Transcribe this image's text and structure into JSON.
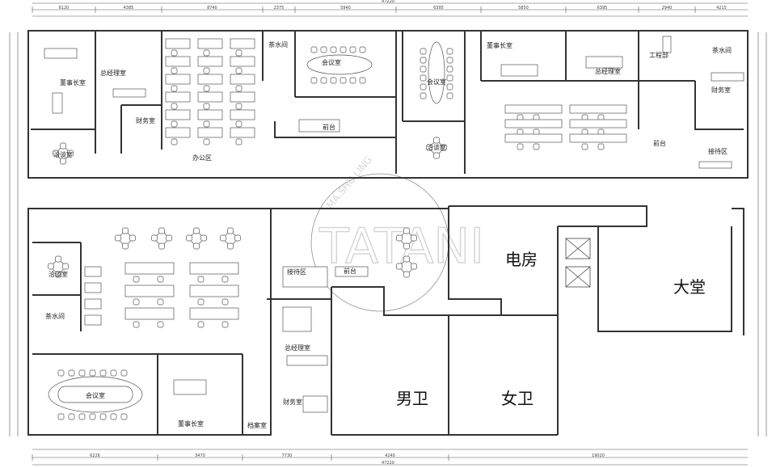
{
  "plan": {
    "dimensions_top": {
      "total": "47220",
      "segments": [
        "6120",
        "4385",
        "8740",
        "2375",
        "5940",
        "6395",
        "5850",
        "6395",
        "2940",
        "4215"
      ]
    },
    "dimensions_bottom": {
      "total": "47220",
      "segments": [
        "6226",
        "3470",
        "7730",
        "4240",
        "19020"
      ]
    },
    "upper_rooms": {
      "chairman": "董事长室",
      "gm": "总经理室",
      "finance": "财务室",
      "meeting_small": "洽谈室",
      "office": "办公区",
      "pantry": "茶水间",
      "conference": "会议室",
      "reception": "前台",
      "conference2": "会议室",
      "meeting2": "洽谈室",
      "chairman2": "董事长室",
      "gm2": "总经理室",
      "engineering": "工程部",
      "pantry2": "茶水间",
      "finance2": "财务室",
      "reception2": "前台",
      "waiting2": "接待区"
    },
    "lower_rooms": {
      "meeting": "洽谈室",
      "pantry": "茶水间",
      "conference": "会议室",
      "chairman": "董事长室",
      "waiting": "接待区",
      "reception": "前台",
      "gm": "总经理室",
      "finance": "财务室",
      "archive": "档案室",
      "electric": "电房",
      "lobby": "大堂",
      "mens": "男卫",
      "womens": "女卫"
    },
    "watermark": {
      "main": "TATANI",
      "arc": "MA.SHU.LING"
    }
  }
}
